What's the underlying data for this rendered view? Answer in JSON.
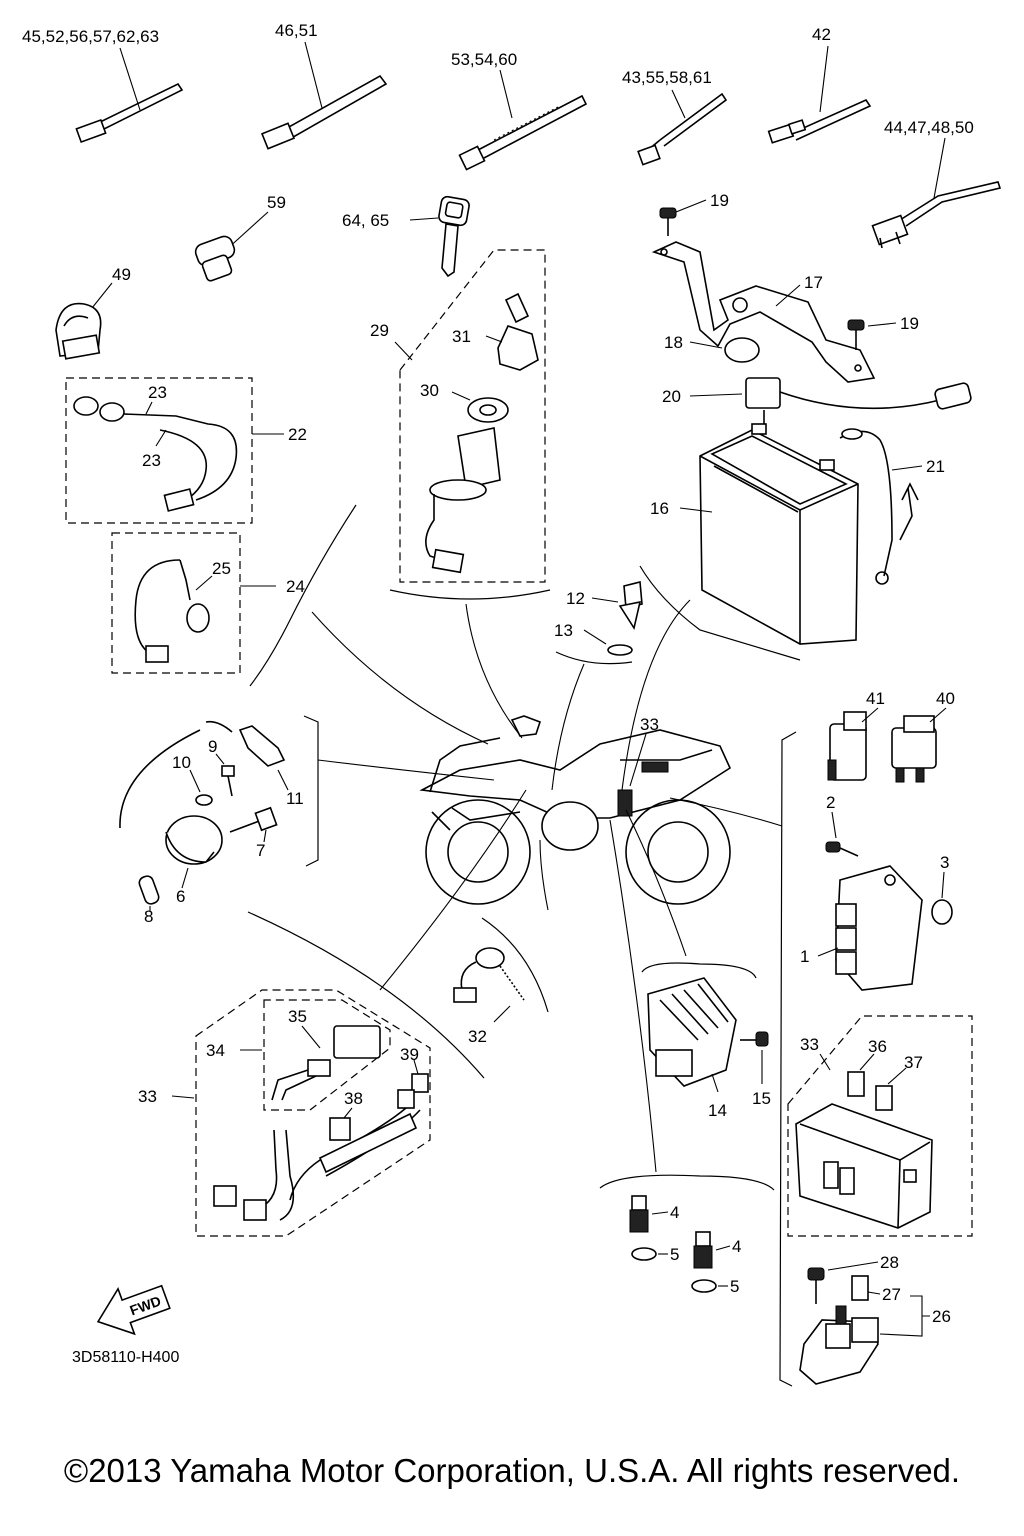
{
  "diagram_code": "3D58110-H400",
  "fwd_label": "FWD",
  "copyright": "©2013 Yamaha Motor Corporation, U.S.A. All rights reserved.",
  "callouts": {
    "ties_a": "45,52,56,57,62,63",
    "ties_b": "46,51",
    "ties_c": "53,54,60",
    "ties_d": "43,55,58,61",
    "ties_e": "42",
    "ties_f": "44,47,48,50",
    "c59": "59",
    "c49": "49",
    "keys": "64, 65",
    "c19a": "19",
    "c19b": "19",
    "c17": "17",
    "c18": "18",
    "c20": "20",
    "c21": "21",
    "c16": "16",
    "c29": "29",
    "c31": "31",
    "c30": "30",
    "c22": "22",
    "c23a": "23",
    "c23b": "23",
    "c24": "24",
    "c25": "25",
    "c12": "12",
    "c13": "13",
    "c33_top": "33",
    "c41": "41",
    "c40": "40",
    "c2": "2",
    "c3": "3",
    "c1": "1",
    "c9": "9",
    "c10": "10",
    "c11": "11",
    "c7": "7",
    "c6": "6",
    "c8": "8",
    "c32": "32",
    "c35": "35",
    "c34": "34",
    "c39": "39",
    "c33_left": "33",
    "c38": "38",
    "c14": "14",
    "c15": "15",
    "c33_right": "33",
    "c36": "36",
    "c37": "37",
    "c4a": "4",
    "c5a": "5",
    "c4b": "4",
    "c5b": "5",
    "c28": "28",
    "c27": "27",
    "c26": "26"
  }
}
